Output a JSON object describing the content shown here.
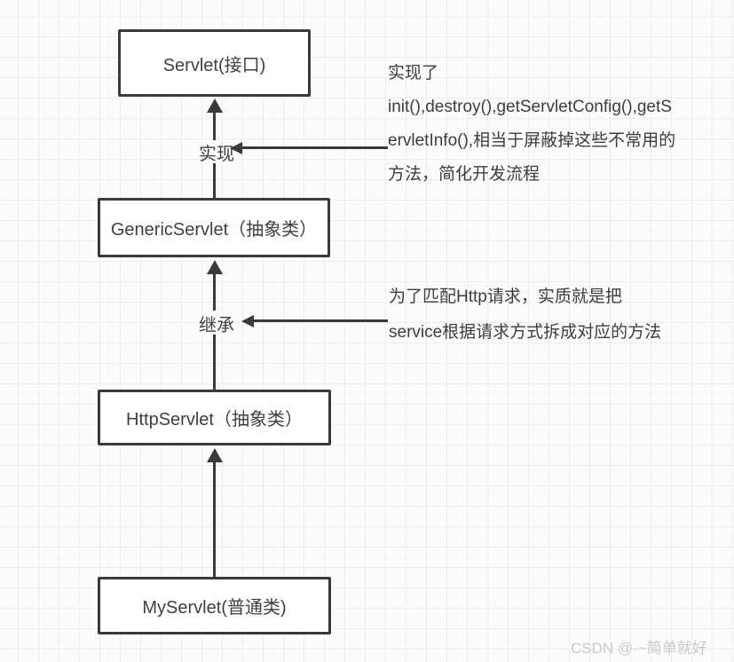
{
  "diagram": {
    "nodes": [
      {
        "id": "servlet",
        "label": "Servlet(接口)"
      },
      {
        "id": "generic-servlet",
        "label": "GenericServlet（抽象类）"
      },
      {
        "id": "http-servlet",
        "label": "HttpServlet（抽象类）"
      },
      {
        "id": "my-servlet",
        "label": "MyServlet(普通类)"
      }
    ],
    "edges": [
      {
        "from": "GenericServlet",
        "to": "Servlet",
        "label": "实现"
      },
      {
        "from": "HttpServlet",
        "to": "GenericServlet",
        "label": "继承"
      },
      {
        "from": "MyServlet",
        "to": "HttpServlet",
        "label": ""
      }
    ],
    "annotations": [
      {
        "target": "实现",
        "lines": [
          "实现了",
          "init(),destroy(),getServletConfig(),getS",
          "ervletInfo(),相当于屏蔽掉这些不常用的",
          "方法，简化开发流程"
        ]
      },
      {
        "target": "继承",
        "lines": [
          "为了匹配Http请求，实质就是把",
          "service根据请求方式拆成对应的方法"
        ]
      }
    ]
  },
  "watermark": {
    "text": "CSDN @·~简单就好"
  },
  "colors": {
    "stroke": "#3a3a3a",
    "text": "#3d3d3d",
    "grid": "#ededef",
    "background": "#fcfcfc",
    "watermark": "#c8c8c8"
  }
}
